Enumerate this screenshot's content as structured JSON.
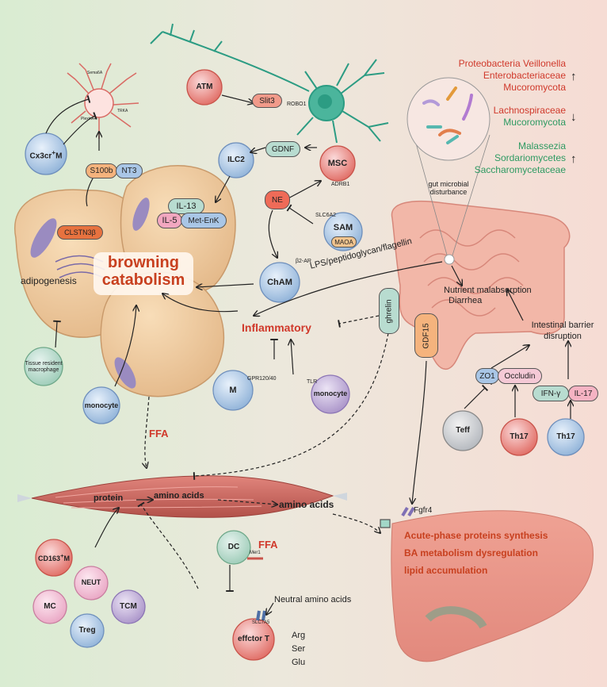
{
  "microbes": {
    "increase_1": [
      "Proteobacteria Veillonella",
      "Enterobacteriaceae",
      "Mucoromycota"
    ],
    "decrease": [
      "Lachnospiraceae",
      "Mucoromycota"
    ],
    "increase_2": [
      "Malassezia",
      "Sordariomycetes",
      "Saccharomycetaceae"
    ],
    "up_arrow": "↑",
    "down_arrow": "↓",
    "disturbance": "gut microbial disturbance"
  },
  "neuron": {
    "sema6a": "Sema6A",
    "plexin": "PlexinA4",
    "trka": "TRKA",
    "slit3": "Slit3",
    "robo1": "ROBO1"
  },
  "cells": {
    "cx3cr1": "Cx3cr",
    "cx3cr1_sup": "+",
    "cx3cr1_suffix": "M",
    "atm": "ATM",
    "msc": "MSC",
    "ilc2": "ILC2",
    "sam": "SAM",
    "maoa": "MAOA",
    "cham": "ChAM",
    "tissue_macrophage": "Tissue resident macrophage",
    "monocyte_left": "monocyte",
    "m": "M",
    "monocyte_mid": "monocyte",
    "cd163": "CD163",
    "cd163_suffix": "M",
    "neut": "NEUT",
    "mc": "MC",
    "tcm": "TCM",
    "treg": "Treg",
    "dc": "DC",
    "effector_t": "effctor T",
    "teff": "Teff",
    "th17_a": "Th17",
    "th17_b": "Th17"
  },
  "molecules": {
    "gdnf": "GDNF",
    "adrb1": "ADRB1",
    "ne": "NE",
    "slc6a2": "SLC6A2",
    "b2ar": "β2-AR",
    "s100b": "S100b",
    "nt3": "NT3",
    "il13": "IL-13",
    "il5": "IL-5",
    "metenk": "Met-EnK",
    "clstn3b": "CLSTN3β",
    "gpr": "GPR120/40",
    "tlr": "TLR",
    "ghrelin": "ghrelin",
    "gdf15": "GDF15",
    "zo1": "ZO1",
    "occludin": "Occludin",
    "ifng": "IFN-γ",
    "il17": "IL-17",
    "fgfr4": "Fgfr4",
    "mer1": "Mer1",
    "slc7a5": "SLC7A5"
  },
  "processes": {
    "browning": "browning",
    "catabolism": "catabolism",
    "adipogenesis": "adipogenesis",
    "inflammatory": "Inflammatory",
    "lps": "LPS/peptidoglycan/flagellin",
    "nutrient": "Nutrient malabsorption",
    "diarrhea": "Diarrhea",
    "barrier": "Intestinal barrier disruption",
    "ffa_top": "FFA",
    "ffa_dc": "FFA",
    "protein": "protein",
    "amino_acids_muscle": "amino acids",
    "amino_acids": "amino acids",
    "neutral_aa": "Neutral amino acids",
    "arg": "Arg",
    "ser": "Ser",
    "glu": "Glu"
  },
  "liver": {
    "line1": "Acute-phase proteins synthesis",
    "line2": "BA metabolism dysregulation",
    "line3": "lipid accumulation"
  }
}
